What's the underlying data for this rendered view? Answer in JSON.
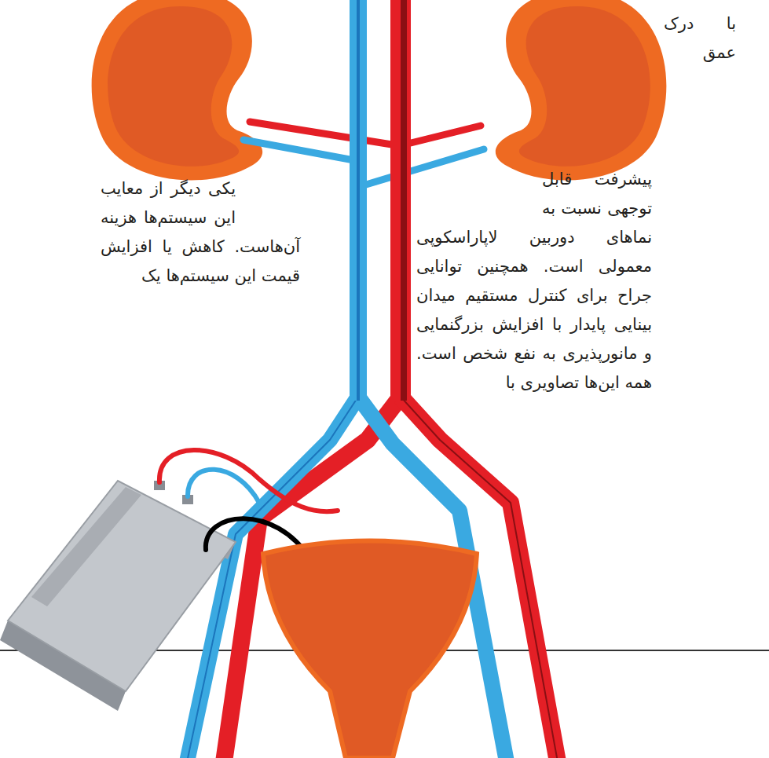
{
  "diagram": {
    "labels": [
      "با درک عمق",
      "پیشرفت قابل توجهی نسبت به نماهای دوربین لاپاراسکوپی معمولی است. همچنین توانایی جراح برای کنترل مستقیم میدان بینایی پایدار با افزایش بزرگنمایی و مانورپذیری به نفع شخص است. همه این‌ها تصاویری با",
      "یکی دیگر از معایب این سیستم‌ها هزینه آن‌هاست. کاهش یا افزایش قیمت این سیستم‌ها یک"
    ]
  }
}
